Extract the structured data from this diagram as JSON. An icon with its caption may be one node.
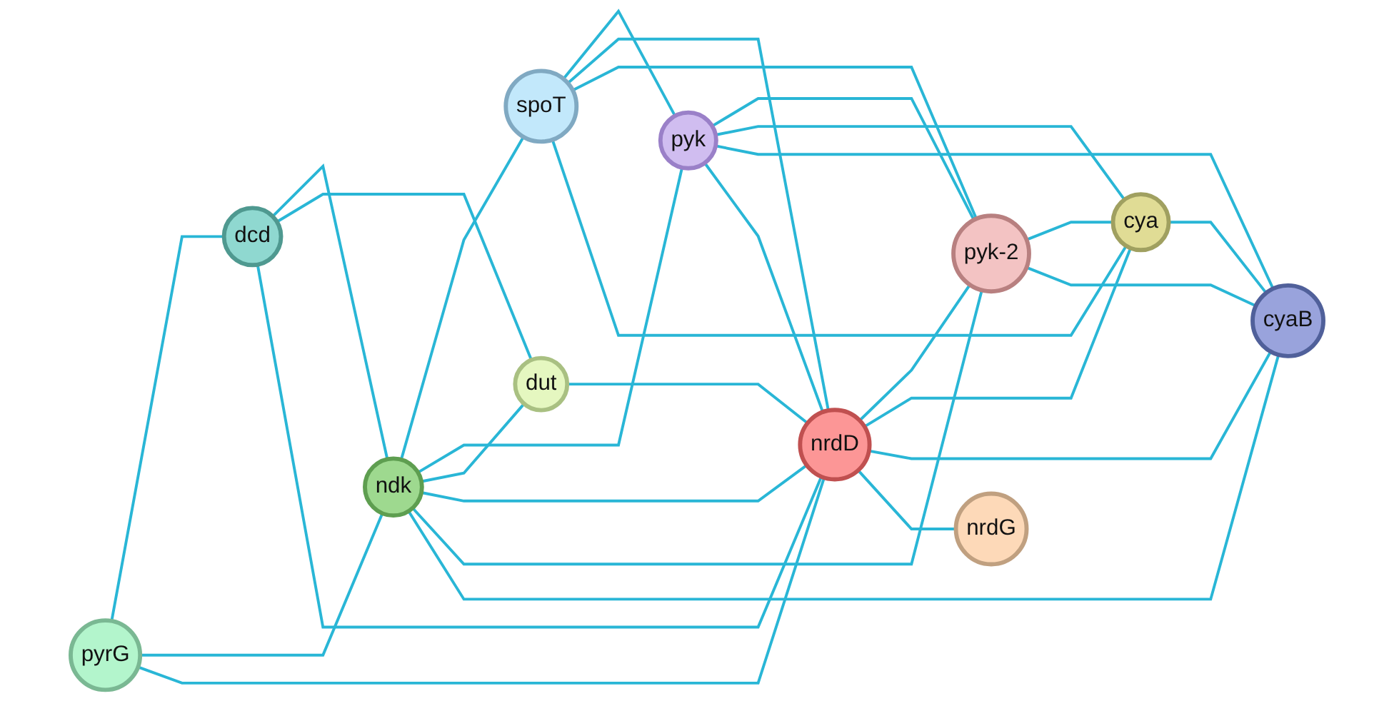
{
  "diagram": {
    "nodes": [
      {
        "text": [
          "pyrG"
        ]
      },
      {
        "text": [
          "dcd"
        ]
      },
      {
        "text": [
          "ndk"
        ]
      },
      {
        "text": [
          "spoT"
        ]
      },
      {
        "text": [
          "pyk"
        ]
      },
      {
        "text": [
          "dut"
        ]
      },
      {
        "text": [
          "nrdD"
        ]
      },
      {
        "text": [
          "pyk-2"
        ]
      },
      {
        "text": [
          "cya"
        ]
      },
      {
        "text": [
          "cyaB"
        ]
      },
      {
        "text": [
          "nrdG"
        ]
      }
    ],
    "edges": [
      {
        "from": 0,
        "to": 1,
        "arrow": "none"
      },
      {
        "from": 0,
        "to": 2,
        "arrow": "none"
      },
      {
        "from": 0,
        "to": 6,
        "arrow": "none"
      },
      {
        "from": 1,
        "to": 2,
        "arrow": "none"
      },
      {
        "from": 1,
        "to": 5,
        "arrow": "none"
      },
      {
        "from": 1,
        "to": 6,
        "arrow": "none"
      },
      {
        "from": 2,
        "to": 3,
        "arrow": "none"
      },
      {
        "from": 2,
        "to": 4,
        "arrow": "none"
      },
      {
        "from": 2,
        "to": 5,
        "arrow": "none"
      },
      {
        "from": 2,
        "to": 6,
        "arrow": "none"
      },
      {
        "from": 2,
        "to": 7,
        "arrow": "none"
      },
      {
        "from": 2,
        "to": 9,
        "arrow": "none"
      },
      {
        "from": 3,
        "to": 4,
        "arrow": "none"
      },
      {
        "from": 3,
        "to": 6,
        "arrow": "none"
      },
      {
        "from": 3,
        "to": 7,
        "arrow": "none"
      },
      {
        "from": 3,
        "to": 8,
        "arrow": "none"
      },
      {
        "from": 4,
        "to": 7,
        "arrow": "none"
      },
      {
        "from": 4,
        "to": 8,
        "arrow": "none"
      },
      {
        "from": 4,
        "to": 9,
        "arrow": "none"
      },
      {
        "from": 4,
        "to": 6,
        "arrow": "none"
      },
      {
        "from": 5,
        "to": 6,
        "arrow": "none"
      },
      {
        "from": 6,
        "to": 7,
        "arrow": "none"
      },
      {
        "from": 6,
        "to": 8,
        "arrow": "none"
      },
      {
        "from": 6,
        "to": 9,
        "arrow": "none"
      },
      {
        "from": 6,
        "to": 10,
        "arrow": "none"
      },
      {
        "from": 7,
        "to": 8,
        "arrow": "none"
      },
      {
        "from": 7,
        "to": 9,
        "arrow": "none"
      },
      {
        "from": 8,
        "to": 9,
        "arrow": "none"
      }
    ]
  }
}
